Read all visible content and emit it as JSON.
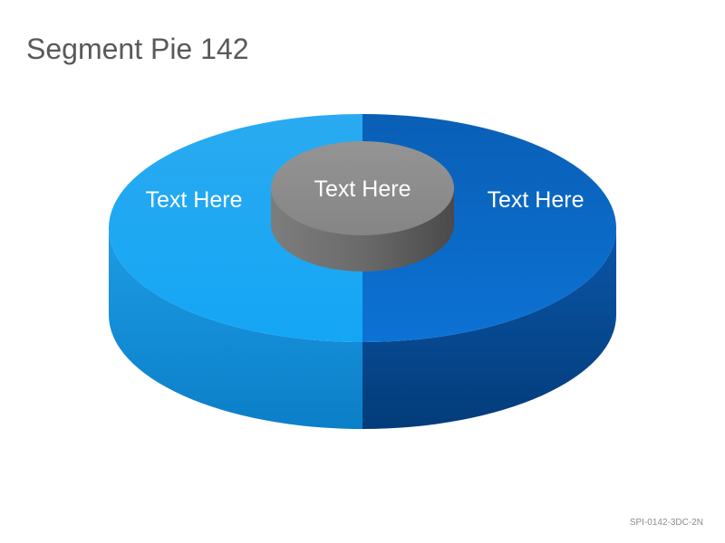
{
  "slide": {
    "title": "Segment Pie 142",
    "code": "SPI-0142-3DC-2N"
  },
  "diagram": {
    "segments": [
      {
        "label": "Text Here",
        "color": "#1aa3ee"
      },
      {
        "label": "Text Here",
        "color": "#0b66c4"
      }
    ],
    "center": {
      "label": "Text Here",
      "color": "#8a8a8a"
    }
  }
}
